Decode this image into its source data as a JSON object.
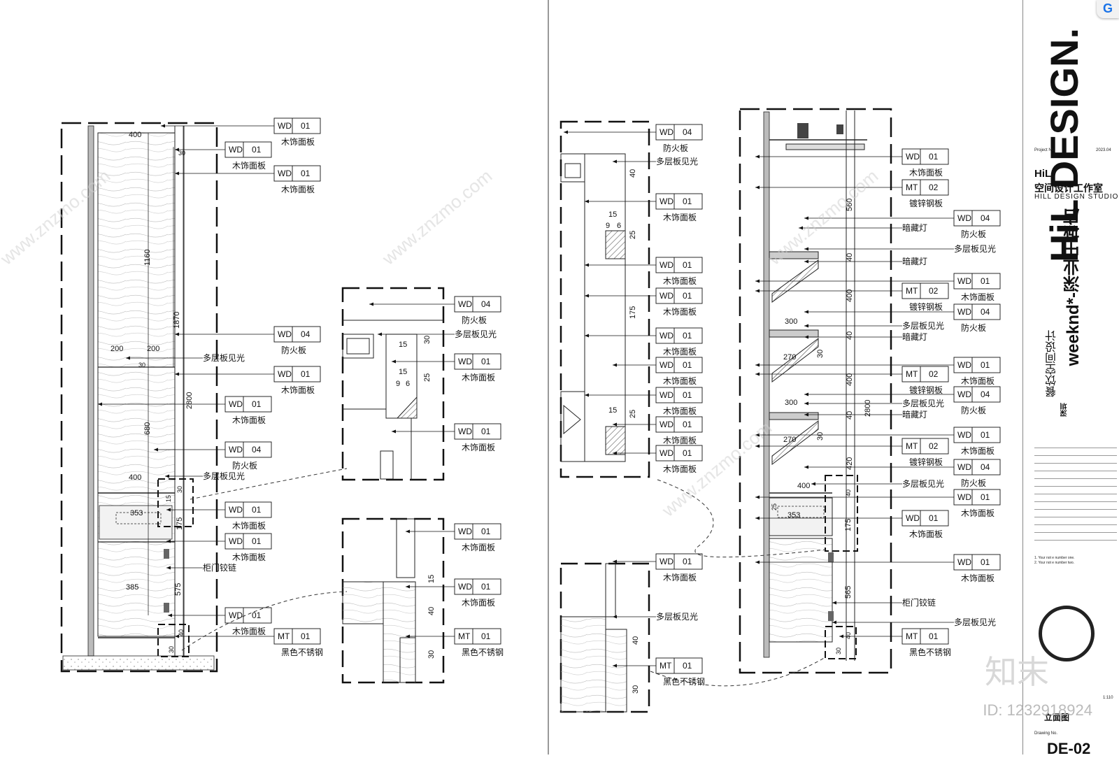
{
  "left_callouts": [
    {
      "code": "WD",
      "num": "01",
      "note": "木饰面板"
    },
    {
      "code": "WD",
      "num": "01",
      "note": "木饰面板"
    },
    {
      "code": "WD",
      "num": "01",
      "note": "木饰面板"
    },
    {
      "code": "WD",
      "num": "04",
      "note": "防火板"
    },
    {
      "code": "",
      "num": "",
      "note": "多层板见光"
    },
    {
      "code": "WD",
      "num": "01",
      "note": "木饰面板"
    },
    {
      "code": "WD",
      "num": "01",
      "note": "木饰面板"
    },
    {
      "code": "WD",
      "num": "04",
      "note": "防火板"
    },
    {
      "code": "",
      "num": "",
      "note": "多层板见光"
    },
    {
      "code": "WD",
      "num": "01",
      "note": "木饰面板"
    },
    {
      "code": "WD",
      "num": "01",
      "note": "木饰面板"
    },
    {
      "code": "",
      "num": "",
      "note": "柜门铰链"
    },
    {
      "code": "WD",
      "num": "01",
      "note": "木饰面板"
    },
    {
      "code": "MT",
      "num": "01",
      "note": "黑色不锈钢"
    }
  ],
  "left_dims": [
    "400",
    "30",
    "1160",
    "1870",
    "200",
    "200",
    "30",
    "2800",
    "680",
    "400",
    "30",
    "15",
    "353",
    "175",
    "385",
    "575",
    "40",
    "30"
  ],
  "mid_callouts": [
    {
      "code": "WD",
      "num": "04",
      "note": "防火板"
    },
    {
      "code": "",
      "num": "",
      "note": "多层板见光"
    },
    {
      "code": "WD",
      "num": "01",
      "note": "木饰面板"
    },
    {
      "code": "WD",
      "num": "01",
      "note": "木饰面板"
    },
    {
      "code": "WD",
      "num": "01",
      "note": "木饰面板"
    },
    {
      "code": "WD",
      "num": "01",
      "note": "木饰面板"
    },
    {
      "code": "MT",
      "num": "01",
      "note": "黑色不锈钢"
    }
  ],
  "mid_dims": [
    "30",
    "15",
    "15",
    "25",
    "9",
    "6",
    "15",
    "40",
    "30"
  ],
  "d3_callouts": [
    {
      "code": "WD",
      "num": "04",
      "note": "防火板"
    },
    {
      "code": "",
      "num": "",
      "note": "多层板见光"
    },
    {
      "code": "WD",
      "num": "01",
      "note": "木饰面板"
    },
    {
      "code": "WD",
      "num": "01",
      "note": "木饰面板"
    },
    {
      "code": "WD",
      "num": "01",
      "note": "木饰面板"
    },
    {
      "code": "WD",
      "num": "01",
      "note": "木饰面板"
    },
    {
      "code": "WD",
      "num": "01",
      "note": "木饰面板"
    },
    {
      "code": "WD",
      "num": "01",
      "note": "木饰面板"
    },
    {
      "code": "WD",
      "num": "01",
      "note": "木饰面板"
    },
    {
      "code": "WD",
      "num": "01",
      "note": "木饰面板"
    },
    {
      "code": "WD",
      "num": "01",
      "note": "木饰面板"
    },
    {
      "code": "",
      "num": "",
      "note": "多层板见光"
    },
    {
      "code": "MT",
      "num": "01",
      "note": "黑色不锈钢"
    }
  ],
  "d3_dims": [
    "40",
    "25",
    "15",
    "9",
    "6",
    "175",
    "15",
    "25",
    "40",
    "30"
  ],
  "right_left_callouts": [
    {
      "code": "WD",
      "num": "01",
      "note": "木饰面板"
    },
    {
      "code": "MT",
      "num": "02",
      "note": "镀锌钢板"
    },
    {
      "code": "",
      "num": "",
      "note": "暗藏灯"
    },
    {
      "code": "",
      "num": "",
      "note": "暗藏灯"
    },
    {
      "code": "MT",
      "num": "02",
      "note": "镀锌钢板"
    },
    {
      "code": "",
      "num": "",
      "note": "多层板见光"
    },
    {
      "code": "",
      "num": "",
      "note": "暗藏灯"
    },
    {
      "code": "MT",
      "num": "02",
      "note": "镀锌钢板"
    },
    {
      "code": "",
      "num": "",
      "note": "多层板见光"
    },
    {
      "code": "",
      "num": "",
      "note": "暗藏灯"
    },
    {
      "code": "MT",
      "num": "02",
      "note": "镀锌钢板"
    },
    {
      "code": "",
      "num": "",
      "note": "多层板见光"
    },
    {
      "code": "WD",
      "num": "01",
      "note": "木饰面板"
    },
    {
      "code": "",
      "num": "",
      "note": "柜门铰链"
    },
    {
      "code": "MT",
      "num": "01",
      "note": "黑色不锈钢"
    }
  ],
  "right_right_callouts": [
    {
      "code": "WD",
      "num": "04",
      "note": "防火板"
    },
    {
      "code": "",
      "num": "",
      "note": "多层板见光"
    },
    {
      "code": "WD",
      "num": "01",
      "note": "木饰面板"
    },
    {
      "code": "WD",
      "num": "04",
      "note": "防火板"
    },
    {
      "code": "WD",
      "num": "01",
      "note": "木饰面板"
    },
    {
      "code": "WD",
      "num": "04",
      "note": "防火板"
    },
    {
      "code": "WD",
      "num": "01",
      "note": "木饰面板"
    },
    {
      "code": "WD",
      "num": "04",
      "note": "防火板"
    },
    {
      "code": "WD",
      "num": "01",
      "note": "木饰面板"
    },
    {
      "code": "WD",
      "num": "01",
      "note": "木饰面板"
    },
    {
      "code": "",
      "num": "",
      "note": "多层板见光"
    }
  ],
  "right_dims": [
    "560",
    "40",
    "400",
    "300",
    "40",
    "270",
    "30",
    "400",
    "2800",
    "300",
    "40",
    "270",
    "30",
    "420",
    "400",
    "40",
    "25",
    "353",
    "175",
    "565",
    "40",
    "30"
  ],
  "title_block": {
    "logo": "HiL DESIGN.",
    "project_no_label": "Project No.",
    "date": "2023.04",
    "studio_short": "HiL",
    "studio_cn": "空间设计工作室",
    "studio_en": "HILL DESIGN STUDIO",
    "project_title": "weeknd*-深业中城店",
    "project_sub": "餐饮空间设计",
    "city": "深圳",
    "notes": [
      "1.  Your not e number one.",
      "2.  Your not e number two."
    ],
    "scale": "1:110",
    "drawing_name": "立面图",
    "drawing_no_label": "Drawing No.",
    "drawing_no": "DE-02"
  },
  "watermark_id": "ID: 1232918924",
  "watermark_brand": "知末",
  "watermark_site": "www.znzmo.com"
}
